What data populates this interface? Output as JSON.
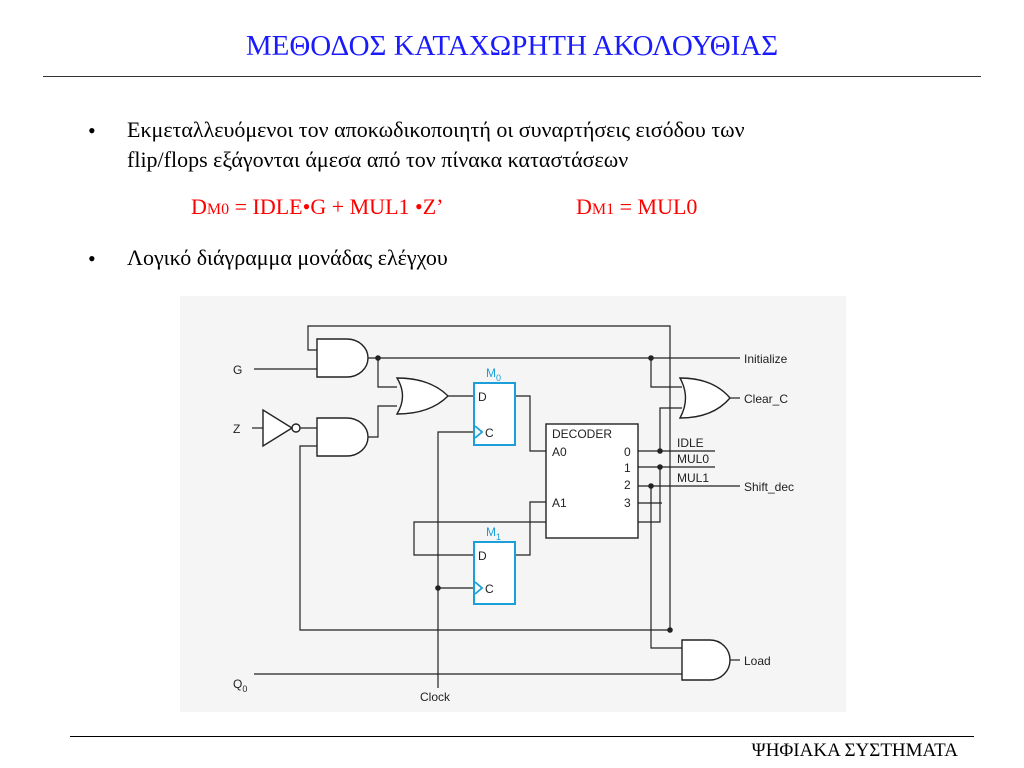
{
  "slide": {
    "title": "ΜΕΘΟΔΟΣ ΚΑΤΑΧΩΡΗΤΗ ΑΚΟΛΟΥΘΙΑΣ",
    "bullet_symbol": "•",
    "bullet1_line1": "Εκμεταλλευόμενοι τον αποκωδικοποιητή οι συναρτήσεις εισόδου των",
    "bullet1_line2": "flip/flops εξάγονται άμεσα από τον πίνακα καταστάσεων",
    "eq1": {
      "d": "D",
      "sub": "M0",
      "rest": " = IDLE•G + MUL1 •Z’"
    },
    "eq2": {
      "d": "D",
      "sub": "M1",
      "rest": " = MUL0"
    },
    "bullet2": "Λογικό διάγραμμα μονάδας ελέγχου",
    "footer": "ΨΗΦΙΑΚΑ ΣΥΣΤΗΜΑΤΑ",
    "accent_color": "#1a1aff",
    "equation_color": "#ff0000"
  },
  "diagram": {
    "inputs": {
      "g": "G",
      "z": "Z",
      "q0": "Q",
      "q0_sub": "0",
      "clock": "Clock"
    },
    "ff0": {
      "name": "M",
      "sub": "0",
      "d": "D",
      "c": "C"
    },
    "ff1": {
      "name": "M",
      "sub": "1",
      "d": "D",
      "c": "C"
    },
    "decoder": {
      "title": "DECODER",
      "a0": "A0",
      "a1": "A1",
      "o0": "0",
      "o1": "1",
      "o2": "2",
      "o3": "3"
    },
    "outputs": {
      "idle": "IDLE",
      "mul0": "MUL0",
      "mul1": "MUL1",
      "initialize": "Initialize",
      "clear_c": "Clear_C",
      "shift_dec": "Shift_dec",
      "load": "Load"
    },
    "flipflop_color": "#1a9fd9"
  }
}
